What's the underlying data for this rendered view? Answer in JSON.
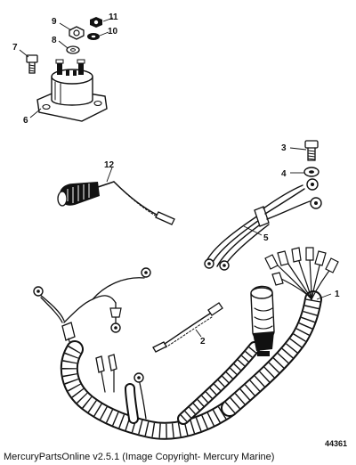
{
  "diagram": {
    "callouts": {
      "c1": "1",
      "c2": "2",
      "c3": "3",
      "c4": "4",
      "c5": "5",
      "c6": "6",
      "c7": "7",
      "c8": "8",
      "c9": "9",
      "c10": "10",
      "c11": "11",
      "c12": "12"
    },
    "figure_number": "44361"
  },
  "caption": "MercuryPartsOnline v2.5.1 (Image Copyright- Mercury Marine)"
}
